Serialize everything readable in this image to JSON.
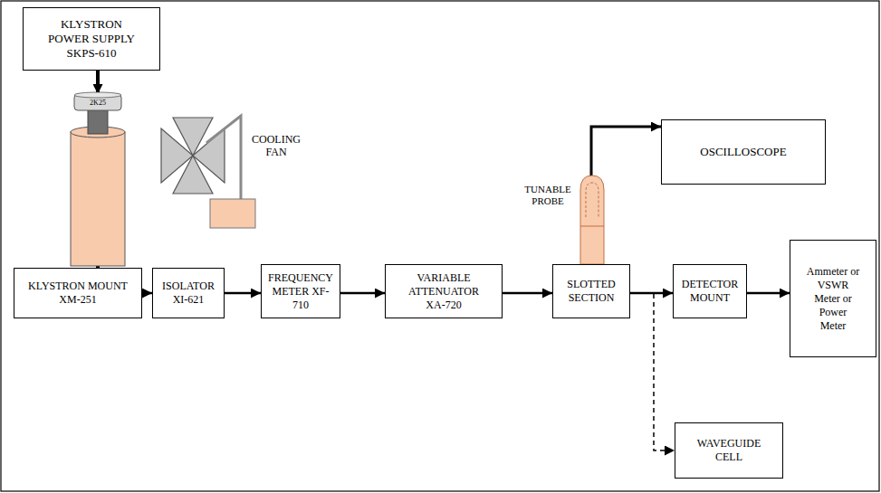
{
  "diagram": {
    "nodes": [
      {
        "text": [
          "KLYSTRON POWER SUPPLY SKPS-610"
        ]
      },
      {
        "text": [
          "KLYSTRON MOUNT XM-251"
        ]
      },
      {
        "text": [
          "ISOLATOR XI-621"
        ]
      },
      {
        "text": [
          "FREQUENCY METER XF-710"
        ]
      },
      {
        "text": [
          "VARIABLE ATTENUATOR XA-720"
        ]
      },
      {
        "text": [
          "SLOTTED SECTION"
        ]
      },
      {
        "text": [
          "DETECTOR MOUNT"
        ]
      },
      {
        "text": [
          "Ammeter or VSWR Meter or Power Meter"
        ]
      },
      {
        "text": [
          "OSCILLOSCOPE"
        ]
      },
      {
        "text": [
          "WAVEGUIDE CELL"
        ]
      }
    ],
    "edges": [
      {
        "from": 0,
        "to": 1,
        "arrow": "to"
      },
      {
        "from": 1,
        "to": 2,
        "arrow": "to"
      },
      {
        "from": 2,
        "to": 3,
        "arrow": "to"
      },
      {
        "from": 3,
        "to": 4,
        "arrow": "to"
      },
      {
        "from": 4,
        "to": 5,
        "arrow": "to"
      },
      {
        "from": 5,
        "to": 6,
        "arrow": "to"
      },
      {
        "from": 6,
        "to": 7,
        "arrow": "to"
      },
      {
        "from": 5,
        "to": 8,
        "arrow": "to"
      },
      {
        "from": 5,
        "to": 9,
        "arrow": "to"
      }
    ],
    "labels": [
      "2K25",
      "COOLING FAN",
      "TUNABLE PROBE"
    ]
  }
}
